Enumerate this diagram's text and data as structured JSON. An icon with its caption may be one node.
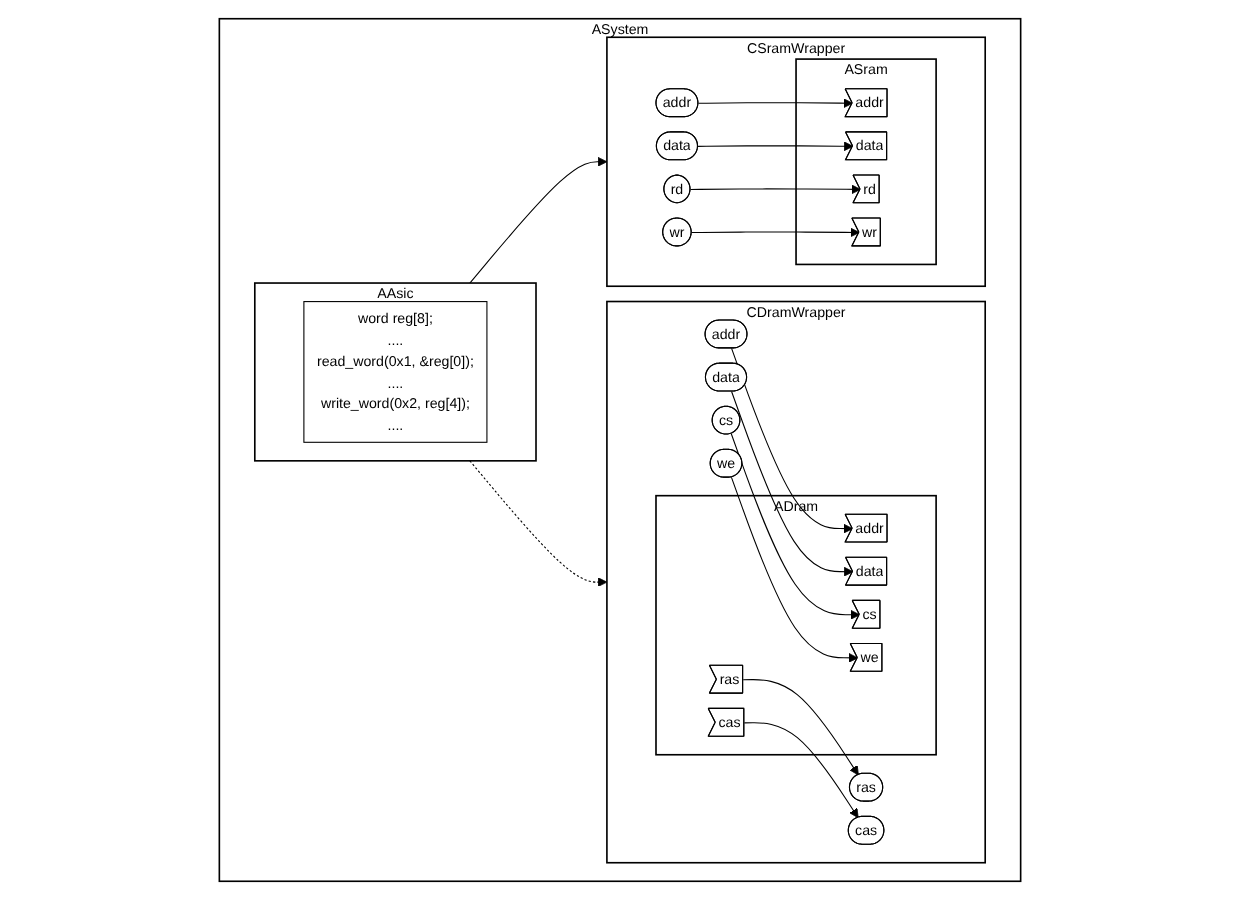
{
  "diagram": {
    "nodes": [
      {
        "text": [
          "ASystem"
        ]
      },
      {
        "text": [
          "AAsic"
        ],
        "in": 0
      },
      {
        "text": [
          "word reg[8];",
          "....",
          "read_word(0x1, &reg[0]);",
          "....",
          "write_word(0x2, reg[4]);",
          "...."
        ],
        "in": 1
      },
      {
        "text": [
          "CSramWrapper"
        ],
        "in": 0
      },
      {
        "text": [
          "ASram"
        ],
        "in": 3
      },
      {
        "text": [
          "addr"
        ],
        "in": 3
      },
      {
        "text": [
          "data"
        ],
        "in": 3
      },
      {
        "text": [
          "rd"
        ],
        "in": 3
      },
      {
        "text": [
          "wr"
        ],
        "in": 3
      },
      {
        "text": [
          "addr"
        ],
        "in": 4
      },
      {
        "text": [
          "data"
        ],
        "in": 4
      },
      {
        "text": [
          "rd"
        ],
        "in": 4
      },
      {
        "text": [
          "wr"
        ],
        "in": 4
      },
      {
        "text": [
          "CDramWrapper"
        ],
        "in": 0
      },
      {
        "text": [
          "ADram"
        ],
        "in": 13
      },
      {
        "text": [
          "addr"
        ],
        "in": 13
      },
      {
        "text": [
          "data"
        ],
        "in": 13
      },
      {
        "text": [
          "cs"
        ],
        "in": 13
      },
      {
        "text": [
          "we"
        ],
        "in": 13
      },
      {
        "text": [
          "addr"
        ],
        "in": 14
      },
      {
        "text": [
          "data"
        ],
        "in": 14
      },
      {
        "text": [
          "cs"
        ],
        "in": 14
      },
      {
        "text": [
          "we"
        ],
        "in": 14
      },
      {
        "text": [
          "ras"
        ],
        "in": 14
      },
      {
        "text": [
          "cas"
        ],
        "in": 14
      },
      {
        "text": [
          "ras"
        ],
        "in": 13
      },
      {
        "text": [
          "cas"
        ],
        "in": 13
      }
    ],
    "edges": [
      {
        "from": 1,
        "to": 3,
        "arrow": "to"
      },
      {
        "from": 1,
        "to": 13,
        "arrow": "to",
        "style": "dashed"
      },
      {
        "from": 5,
        "to": 9,
        "arrow": "to"
      },
      {
        "from": 6,
        "to": 10,
        "arrow": "to"
      },
      {
        "from": 7,
        "to": 11,
        "arrow": "to"
      },
      {
        "from": 8,
        "to": 12,
        "arrow": "to"
      },
      {
        "from": 15,
        "to": 19,
        "arrow": "to"
      },
      {
        "from": 16,
        "to": 20,
        "arrow": "to"
      },
      {
        "from": 17,
        "to": 21,
        "arrow": "to"
      },
      {
        "from": 18,
        "to": 22,
        "arrow": "to"
      },
      {
        "from": 23,
        "to": 25,
        "arrow": "to"
      },
      {
        "from": 24,
        "to": 26,
        "arrow": "to"
      }
    ]
  }
}
